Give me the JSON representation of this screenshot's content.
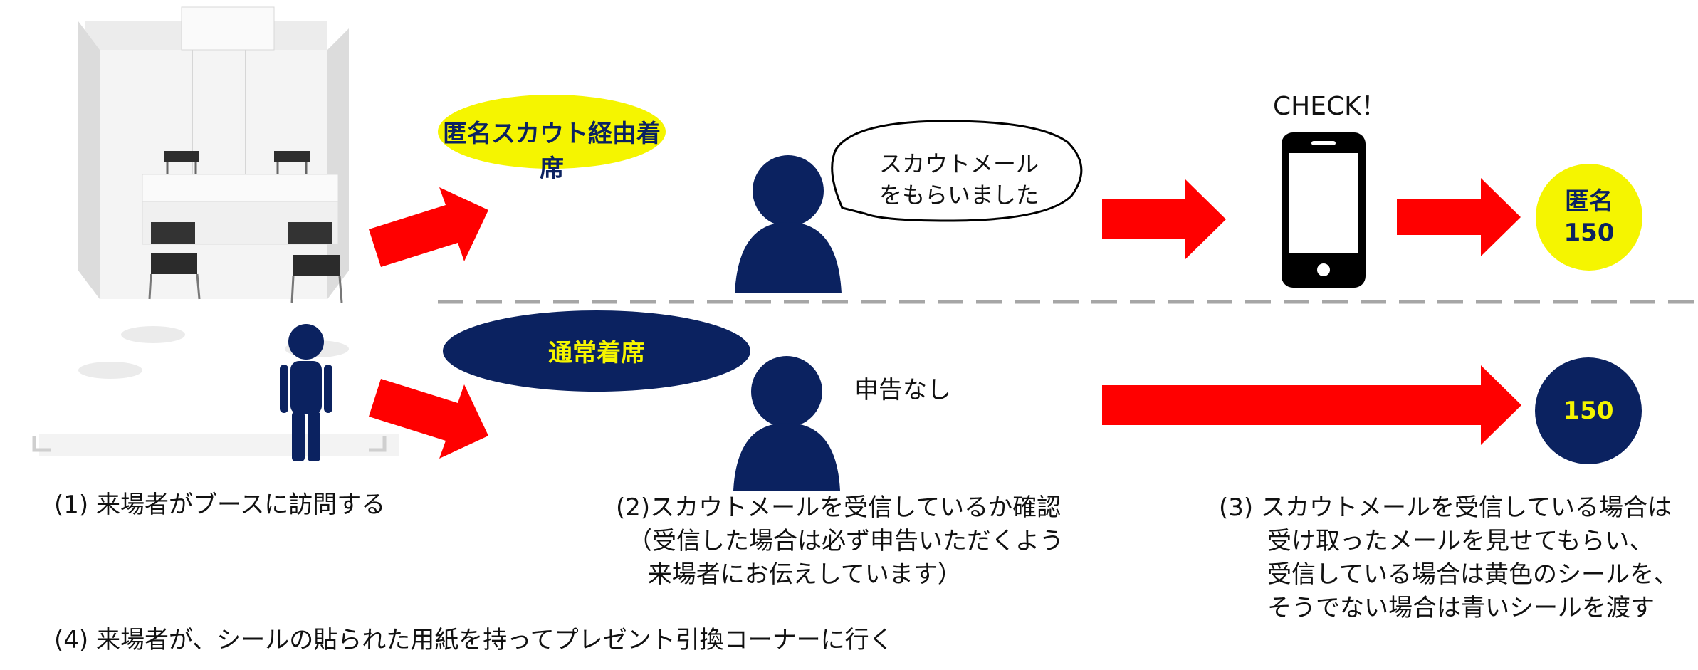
{
  "colors": {
    "navy": "#0b2260",
    "yellow": "#f5f500",
    "red": "#ff0000",
    "dash": "#a6a6a6"
  },
  "labels": {
    "anon_seat": "匿名スカウト経由着席",
    "normal_seat": "通常着席",
    "bubble": "スカウトメール\nをもらいました",
    "check": "CHECK！",
    "no_report": "申告なし",
    "badge_anon_top": "匿名",
    "badge_anon_num": "150",
    "badge_normal_num": "150"
  },
  "steps": {
    "step1": "(1) 来場者がブースに訪問する",
    "step2": "(2)スカウトメールを受信しているか確認\n　（受信した場合は必ず申告いただくよう\n　 来場者にお伝えしています）",
    "step3": "(3) スカウトメールを受信している場合は\n　　受け取ったメールを見せてもらい、\n　　受信している場合は黄色のシールを、\n　　そうでない場合は青いシールを渡す",
    "step4": "(4) 来場者が、シールの貼られた用紙を持ってプレゼント引換コーナーに行く"
  },
  "icons": [
    "booth-illustration",
    "visitor-icon",
    "person-icon",
    "speech-bubble-icon",
    "smartphone-icon",
    "arrow-icon"
  ]
}
